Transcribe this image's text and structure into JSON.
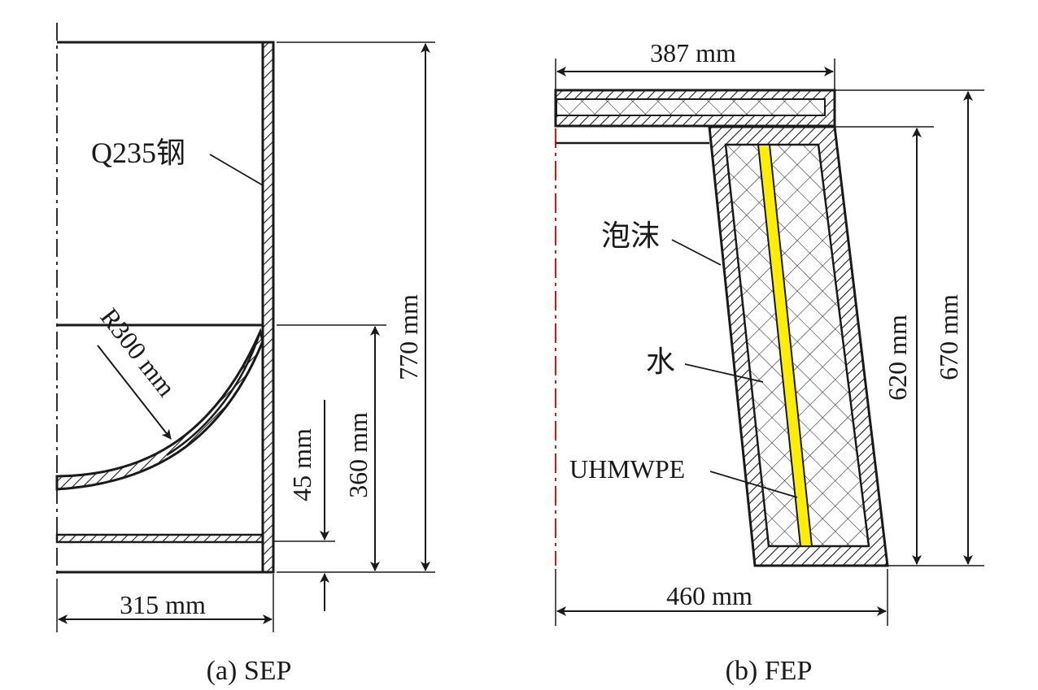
{
  "panel_a": {
    "caption": "(a) SEP",
    "material_label": "Q235钢",
    "radius_label": "R300 mm",
    "dim_width": "315 mm",
    "dim_total_height": "770 mm",
    "dim_lower_height": "360 mm",
    "dim_base_gap": "45 mm"
  },
  "panel_b": {
    "caption": "(b) FEP",
    "foam_label": "泡沫",
    "water_label": "水",
    "uhmwpe_label": "UHMWPE",
    "dim_top_width": "387 mm",
    "dim_bottom_width": "460 mm",
    "dim_inner_height": "620 mm",
    "dim_total_height": "670 mm"
  },
  "colors": {
    "line": "#1a1a1a",
    "axis_b": "#cc0000",
    "uhmwpe": "#ffee00"
  }
}
